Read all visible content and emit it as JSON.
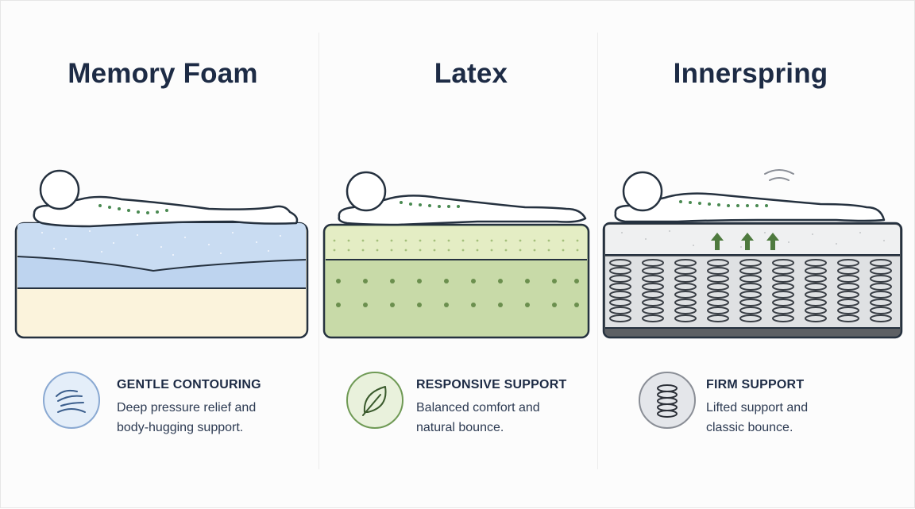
{
  "panels": [
    {
      "title": "Memory Foam",
      "feature_title": "GENTLE CONTOURING",
      "feature_desc_line1": "Deep pressure relief and",
      "feature_desc_line2": "body-hugging support.",
      "badge_icon": "hand-wave-icon",
      "colors": {
        "top": "#cfe0f5",
        "middle": "#c4d8f0",
        "base": "#fbf3dc",
        "badge": "#e4eef9",
        "accent": "#8aa9d2"
      }
    },
    {
      "title": "Latex",
      "feature_title": "RESPONSIVE SUPPORT",
      "feature_desc_line1": "Balanced comfort and",
      "feature_desc_line2": "natural bounce.",
      "badge_icon": "leaf-icon",
      "colors": {
        "top": "#e4edc4",
        "base": "#c2d6a0",
        "badge": "#e9f1dc",
        "accent": "#6f9a55"
      }
    },
    {
      "title": "Innerspring",
      "feature_title": "FIRM SUPPORT",
      "feature_desc_line1": "Lifted support and",
      "feature_desc_line2": "classic bounce.",
      "badge_icon": "spring-icon",
      "colors": {
        "top": "#f1f2f2",
        "core": "#d8dadc",
        "base": "#5d6064",
        "badge": "#e4e6ea",
        "accent": "#8a8e96",
        "arrow": "#4e7a3e"
      }
    }
  ]
}
